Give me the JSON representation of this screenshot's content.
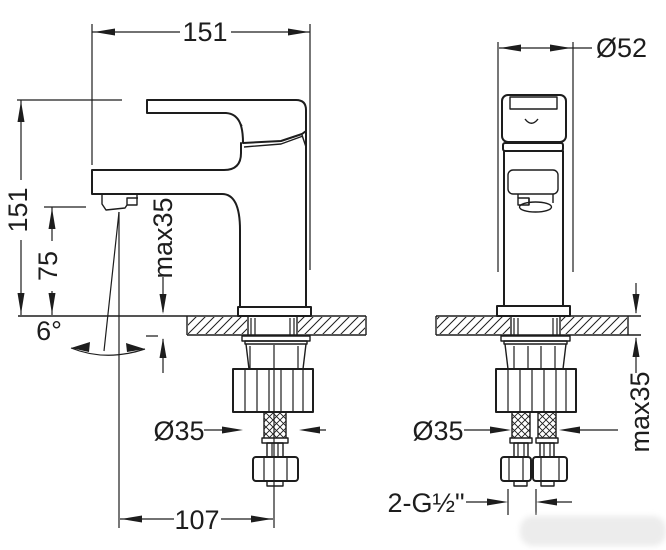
{
  "drawing": {
    "type": "dimensioned installation drawing",
    "subject": "single-lever basin mixer tap",
    "views": [
      {
        "id": "side",
        "name": "side view"
      },
      {
        "id": "front",
        "name": "front view"
      }
    ],
    "dimensions": {
      "overall_depth": "151",
      "overall_height": "151",
      "spout_height": "75",
      "spout_angle": "6°",
      "deck_thickness_side": "max35",
      "mount_hole_side": "Ø35",
      "spout_reach": "107",
      "body_diameter": "Ø52",
      "mount_hole_front": "Ø35",
      "deck_thickness_front": "max35",
      "connection_thread": "2-G½\""
    },
    "colors": {
      "line": "#1d1d1d",
      "background": "#ffffff",
      "watermark": "#ececec"
    }
  }
}
